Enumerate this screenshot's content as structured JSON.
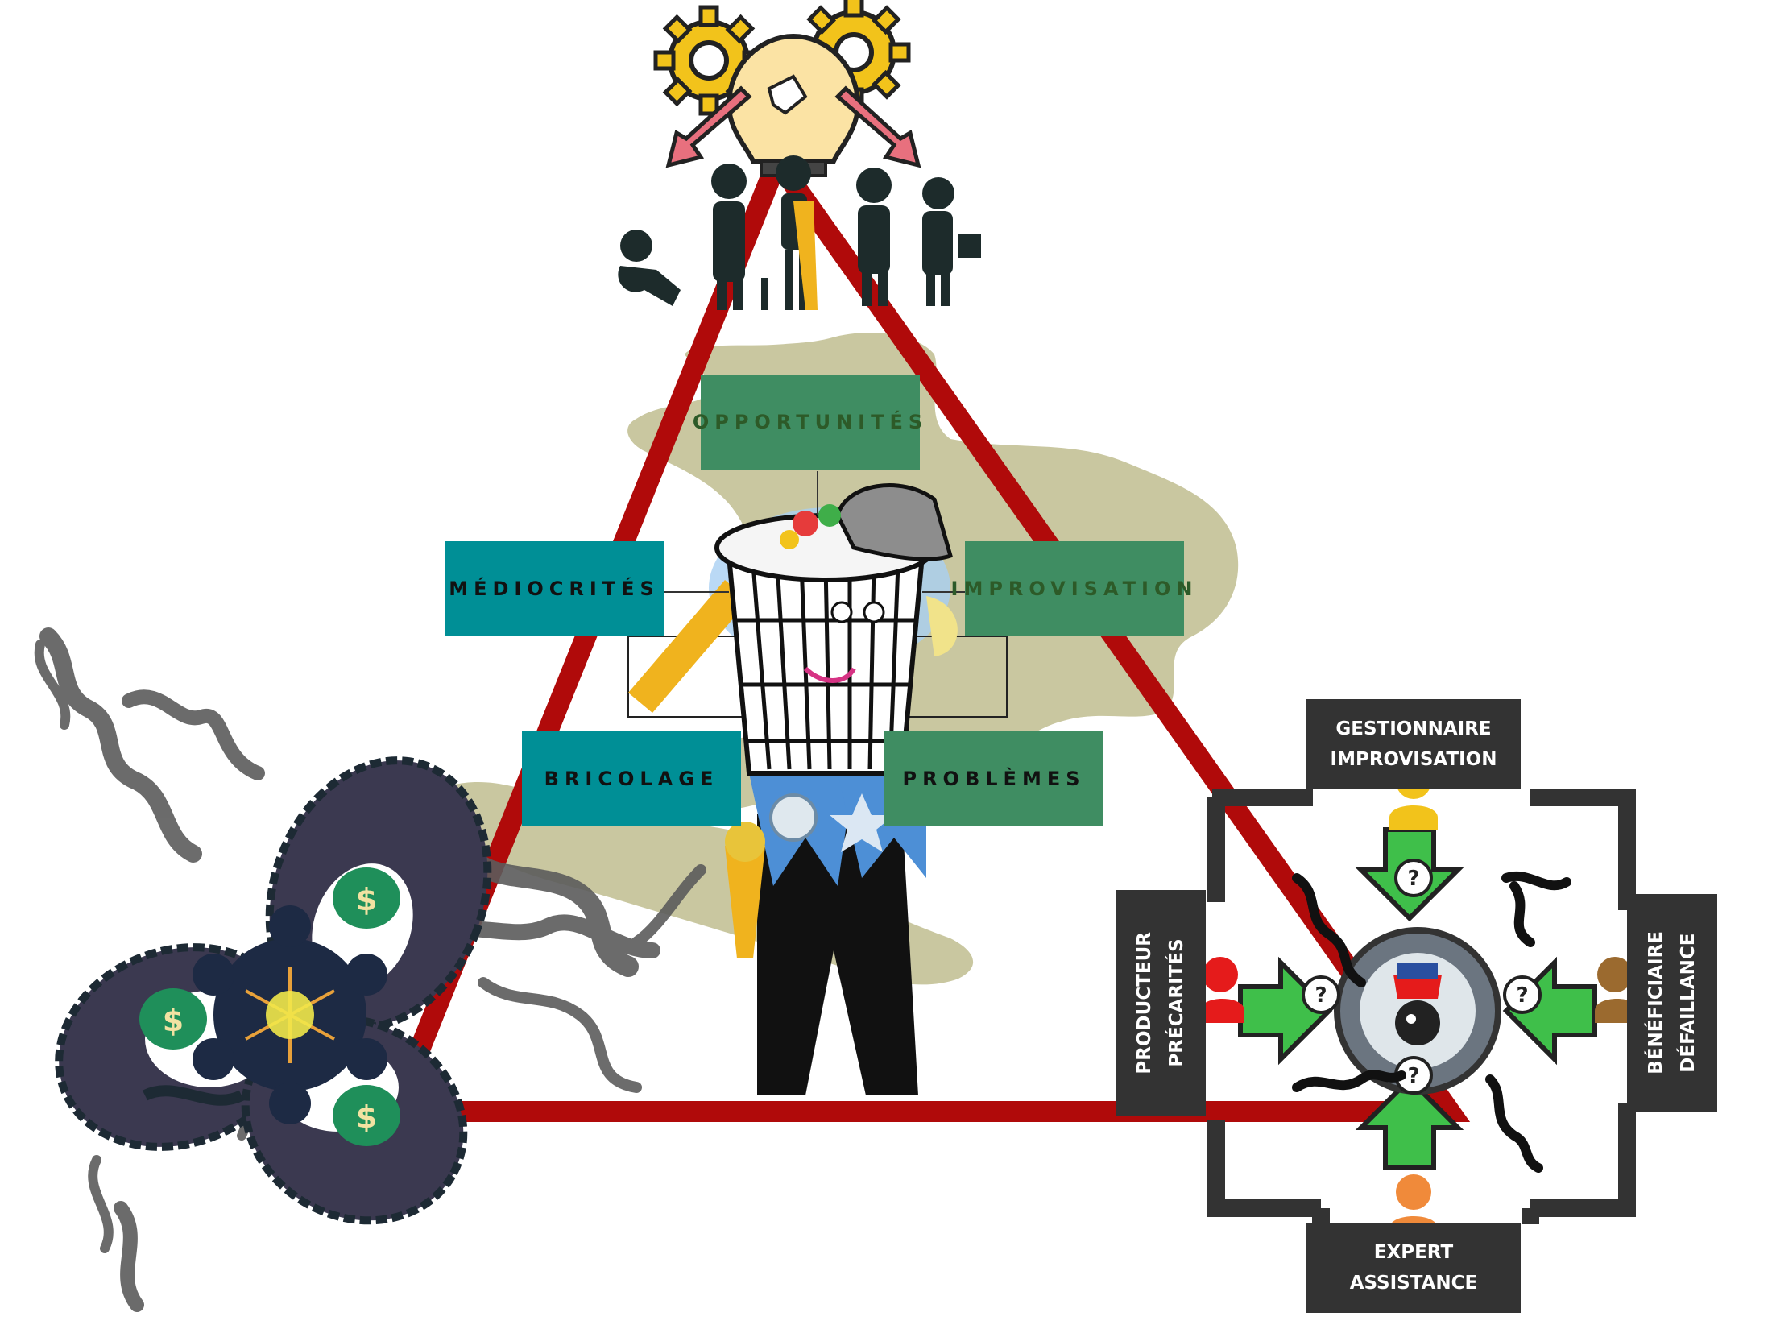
{
  "colors": {
    "triangle": "#b00a0a",
    "teal_box": "#008f96",
    "green_box": "#3f8d62",
    "map": "#c9c7a0",
    "dark_panel": "#333333",
    "gear": "#f2c31b",
    "arrow_pink": "#e8707e",
    "arrow_green": "#3fbf4a",
    "smoke": "#5c5c5c",
    "money_bag": "#1f8f5a"
  },
  "concepts": {
    "opportunites": "OPPORTUNITÉS",
    "mediocrites": "MÉDIOCRITÉS",
    "improvisation": "IMPROVISATION",
    "bricolage": "BRICOLAGE",
    "problemes": "PROBLÈMES"
  },
  "roles": {
    "top": [
      "GESTIONNAIRE",
      "IMPROVISATION"
    ],
    "left": [
      "PRODUCTEUR",
      "PRÉCARITÉS"
    ],
    "right": [
      "BÉNÉFICIAIRE",
      "DÉFAILLANCE"
    ],
    "bottom": [
      "EXPERT",
      "ASSISTANCE"
    ]
  },
  "icons": {
    "top": "broken-lightbulb-gears-icon",
    "people": "distressed-people-icon",
    "center": "trash-can-character-icon",
    "left": "chained-money-trefoil-icon",
    "right": "stakeholder-cross-panel-icon",
    "question": "question-mark-icon",
    "money": "dollar-bag-icon"
  }
}
